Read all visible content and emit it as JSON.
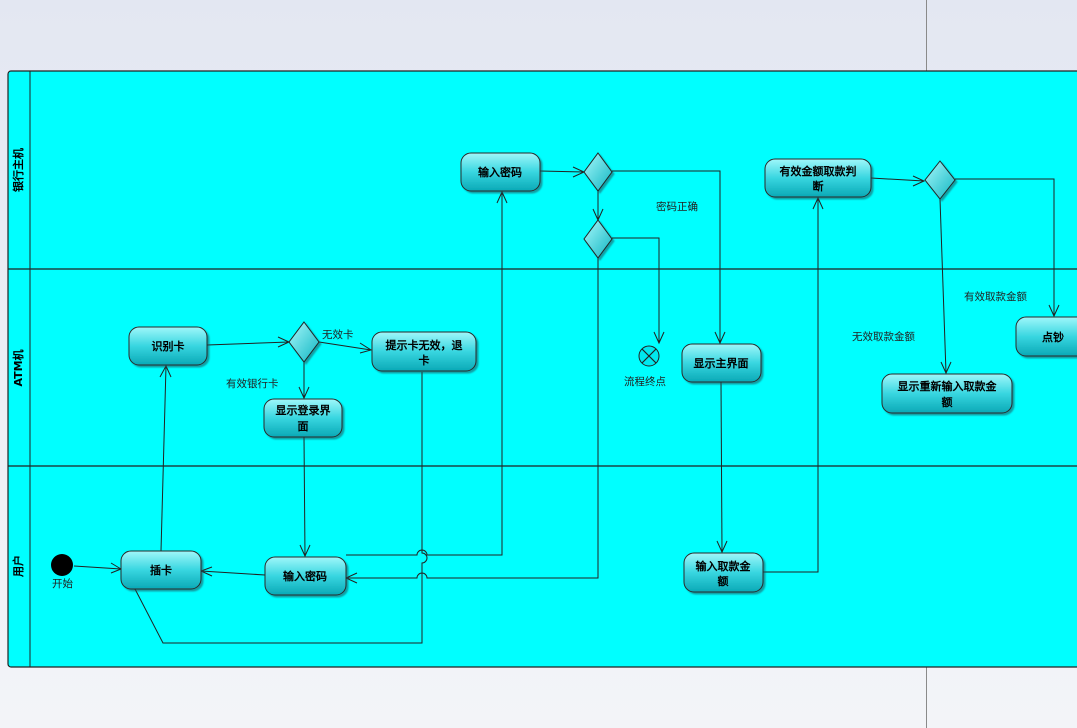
{
  "lanes": {
    "bank": "银行主机",
    "atm": "ATM机",
    "user": "用户"
  },
  "nodes": {
    "bank_enter_password": "输入密码",
    "bank_valid_amount_line1": "有效金额取款判",
    "bank_valid_amount_line2": "断",
    "atm_read_card": "识别卡",
    "atm_invalid_card_line1": "提示卡无效，退",
    "atm_invalid_card_line2": "卡",
    "atm_login_screen_line1": "显示登录界",
    "atm_login_screen_line2": "面",
    "atm_main_screen": "显示主界面",
    "atm_reenter_amount_line1": "显示重新输入取款金",
    "atm_reenter_amount_line2": "额",
    "atm_count_cash": "点钞",
    "user_insert_card": "插卡",
    "user_enter_password": "输入密码",
    "user_enter_amount_line1": "输入取款金",
    "user_enter_amount_line2": "额"
  },
  "labels": {
    "start": "开始",
    "end": "流程终点",
    "invalid_card": "无效卡",
    "valid_card": "有效银行卡",
    "password_correct": "密码正确",
    "invalid_amount": "无效取款金额",
    "valid_amount": "有效取款金额"
  },
  "colors": {
    "swimlane": "#00ffff",
    "node_fill_top": "#7ff0f4",
    "node_fill_bottom": "#0bb8c4"
  }
}
